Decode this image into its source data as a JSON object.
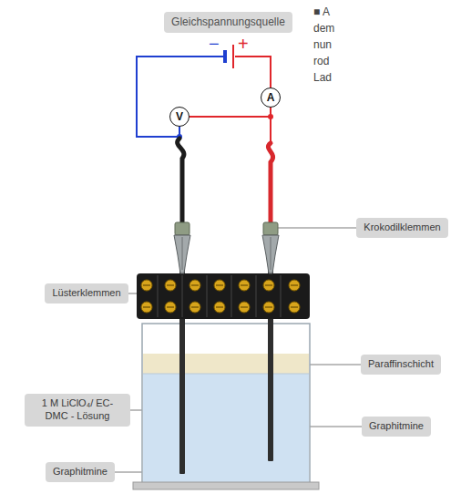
{
  "diagram": {
    "nodes": [
      {
        "text": [
          "Gleichspannungsquelle"
        ]
      },
      {
        "text": [
          "V"
        ]
      },
      {
        "text": [
          "A"
        ]
      },
      {
        "text": [
          "Krokodilklemmen"
        ]
      },
      {
        "text": [
          "Lüsterklemmen"
        ]
      },
      {
        "text": [
          "Paraffinschicht"
        ]
      },
      {
        "text": [
          "1 M LiClO₄/ EC-DMC - Lösung"
        ]
      },
      {
        "text": [
          "Graphitmine"
        ]
      },
      {
        "text": [
          "Graphitmine"
        ]
      }
    ],
    "labels": [
      "■ A",
      "dem",
      "nun",
      "rod",
      "Lad",
      "−",
      "+"
    ]
  }
}
